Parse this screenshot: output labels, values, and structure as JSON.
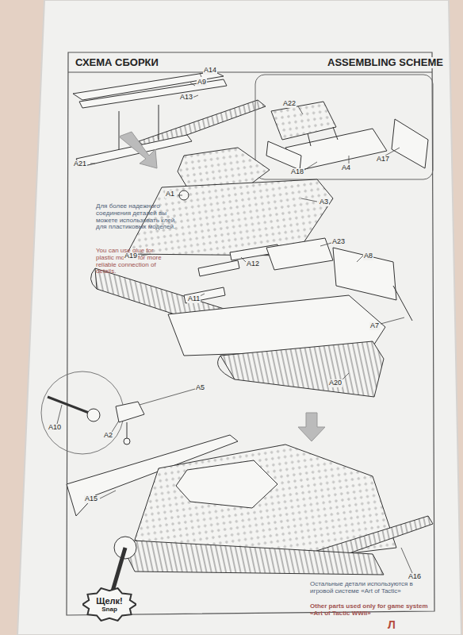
{
  "diagram": {
    "title": "СХЕМА СБОРКИ",
    "nodes": [
      {
        "text": [
          "Щелк!",
          "Snap"
        ]
      }
    ],
    "labels": [
      "ASSEMBLING SCHEME",
      "A14",
      "A9",
      "A13",
      "A21",
      "A22",
      "A18",
      "A4",
      "A17",
      "A1",
      "A3",
      "Для более надежного соединения деталей вы можете использовать клей для пластиковых моделей.",
      "You can use glue for plastic models for more reliable connection of details.",
      "A19",
      "A12",
      "A23",
      "A8",
      "A11",
      "A7",
      "A20",
      "A5",
      "A10",
      "A2",
      "A15",
      "A16",
      "Остальные детали используются в игровой системе «Art of Tactic»",
      "Other parts used only for game system «Art of Tactic WWII»",
      "Л"
    ]
  }
}
